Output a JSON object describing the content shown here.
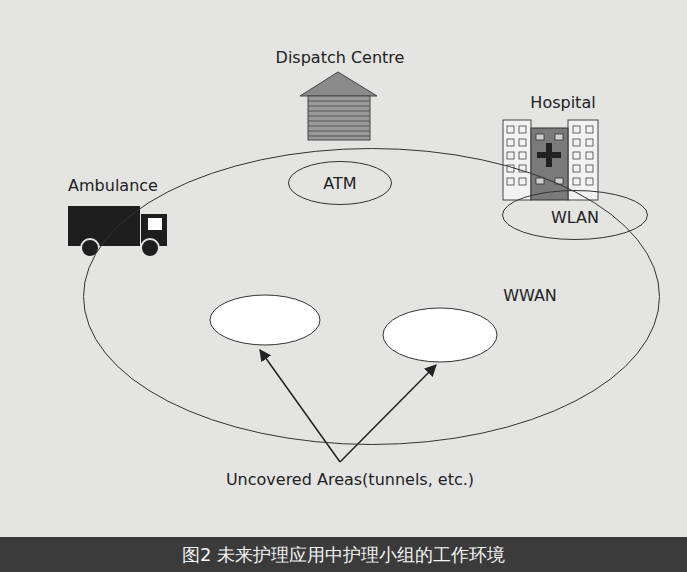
{
  "diagram": {
    "caption": "图2 未来护理应用中护理小组的工作环境",
    "nodes": [
      {
        "text": [
          "WWAN"
        ]
      },
      {
        "text": [
          "ATM"
        ],
        "in": 0
      },
      {
        "text": [
          "WLAN"
        ]
      }
    ],
    "labels": [
      "Dispatch Centre",
      "Hospital",
      "Ambulance",
      "Uncovered Areas(tunnels, etc.)"
    ]
  }
}
